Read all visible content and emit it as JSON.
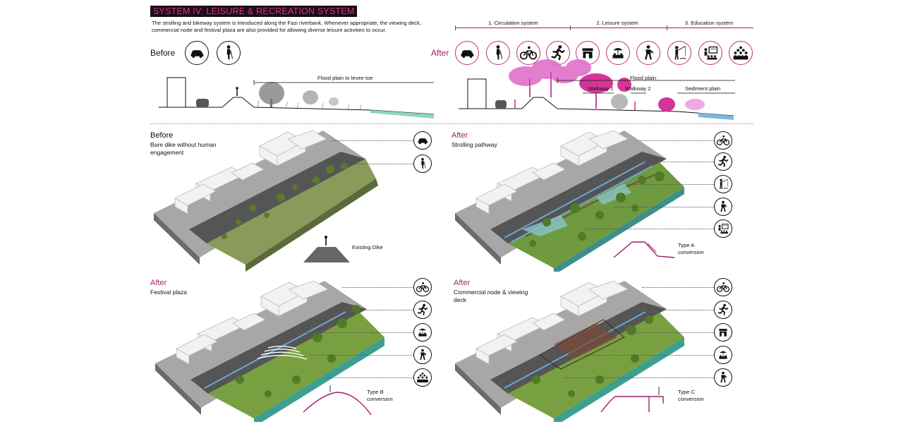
{
  "header": {
    "title": "SYSTEM IV:  LEISURE & RECREATION SYSTEM",
    "intro": "The strolling and bikeway system is introduced along the Fazi riverbank. Whenever appropriate, the viewing deck, commercial node and festival plaza are also provided for allowing diverse leisure activities to occur."
  },
  "systems": [
    "1. Circulation system",
    "2. Leisure system",
    "3. Education system"
  ],
  "section_top": {
    "before_label": "Before",
    "after_label": "After",
    "before_icons": [
      "car-icon",
      "pedestrian-icon"
    ],
    "after_icons": [
      "car-icon",
      "pedestrian-icon",
      "bicycle-icon",
      "runner-icon",
      "shop-icon",
      "festival-icon",
      "hiker-icon",
      "fishing-icon",
      "classroom-icon",
      "crowd-icon"
    ],
    "before_annotation": "Flood plain to levee toe",
    "after_annotations": {
      "flood_plain": "Flood plain",
      "walkway1": "Walkway 1",
      "walkway2": "Walkway 2",
      "sediment": "Sediment plain"
    }
  },
  "panels": {
    "before": {
      "title": "Before",
      "subtitle": "Bare dike without human engagement",
      "icons": [
        "car-icon",
        "pedestrian-icon"
      ],
      "caption": "Existing Dike"
    },
    "strolling": {
      "title": "After",
      "subtitle": "Strolling pathway",
      "icons": [
        "bicycle-icon",
        "runner-icon",
        "fishing-icon",
        "hiker-icon",
        "classroom-icon"
      ],
      "caption": "Type A conversion"
    },
    "festival": {
      "title": "After",
      "subtitle": "Festival plaza",
      "icons": [
        "bicycle-icon",
        "runner-icon",
        "festival-icon",
        "hiker-icon",
        "crowd-icon"
      ],
      "caption": "Type B conversion"
    },
    "commercial": {
      "title": "After",
      "subtitle": "Commercial node & viewing deck",
      "icons": [
        "bicycle-icon",
        "runner-icon",
        "shop-icon",
        "festival-icon",
        "hiker-icon"
      ],
      "caption": "Type C conversion"
    }
  },
  "colors": {
    "accent": "#a0206e",
    "pink": "#e0308a",
    "water": "#5fb8a6",
    "grass": "#7a9a3a"
  }
}
